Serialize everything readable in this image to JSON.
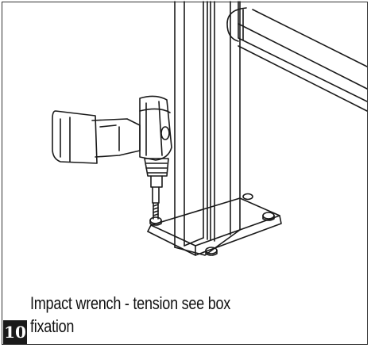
{
  "step": {
    "number": "10",
    "caption_line1": "Impact wrench - tension see box",
    "caption_line2": "fixation"
  },
  "illustration": {
    "subject": "Impact wrench tightening base plate bolts of a vertical post",
    "icons": [
      "impact-wrench-icon",
      "post-icon",
      "base-plate-icon",
      "bolt-icon",
      "rail-icon"
    ]
  }
}
